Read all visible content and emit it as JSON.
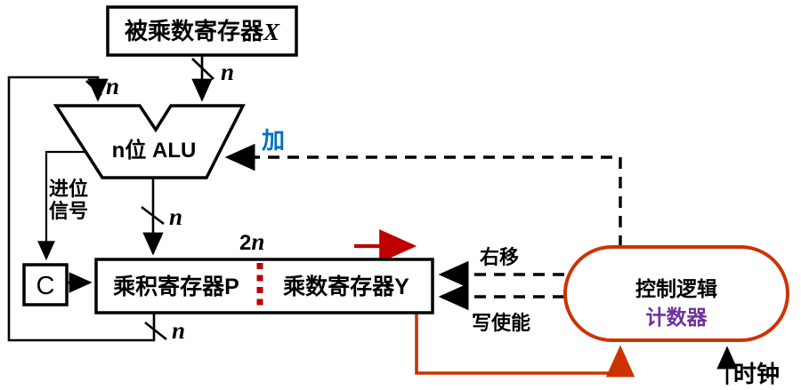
{
  "diagram": {
    "labels": {
      "multiplicand_register": "被乘数寄存器",
      "multiplicand_suffix": "X",
      "alu": "n位 ALU",
      "carry_signal_line1": "进位",
      "carry_signal_line2": "信号",
      "carry_flag": "C",
      "product_register": "乘积寄存器P",
      "multiplier_register": "乘数寄存器Y",
      "control_logic": "控制逻辑",
      "counter": "计数器",
      "add": "加",
      "shift_right": "右移",
      "write_enable": "写使能",
      "clock": "时钟",
      "bus_width_n": "n",
      "bus_width_2n_prefix": "2"
    },
    "colors": {
      "wire_black": "#000000",
      "add_blue": "#0070c0",
      "shift_red": "#c00000",
      "control_orange": "#cc3300",
      "counter_purple": "#7030a0"
    }
  }
}
